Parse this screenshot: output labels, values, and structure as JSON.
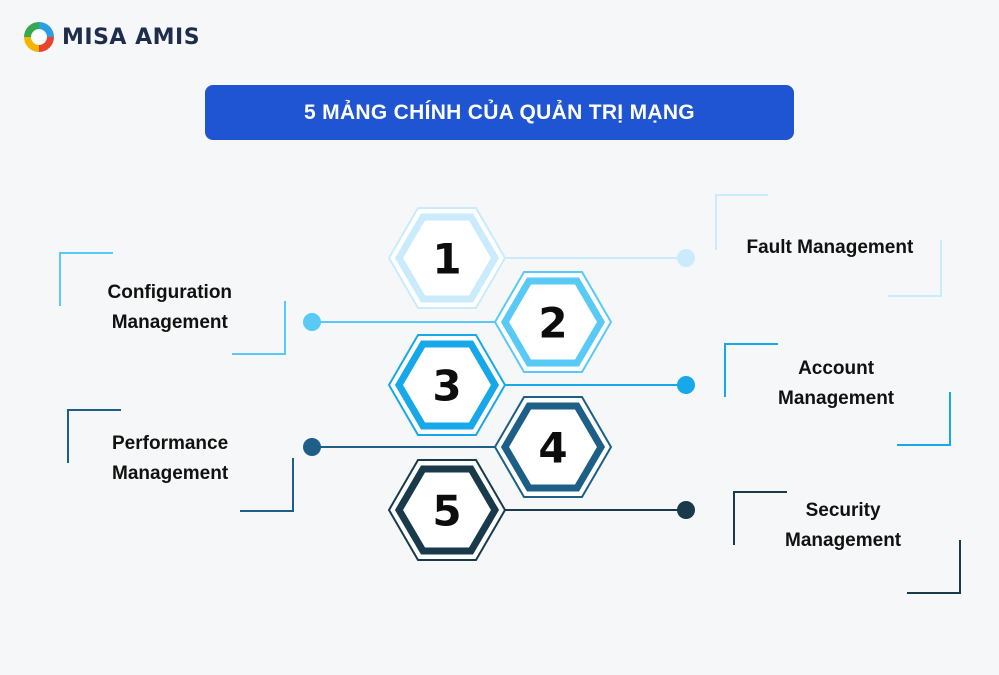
{
  "logo": {
    "text": "MISA AMIS"
  },
  "title": "5 MẢNG CHÍNH CỦA QUẢN TRỊ MẠNG",
  "colors": {
    "background": "#f6f7f9",
    "title_bar": "#1f55d3",
    "step1": "#c9ebfb",
    "step2": "#59c9f5",
    "step3": "#17a8ea",
    "step4": "#1d5f87",
    "step5": "#183a4b"
  },
  "steps": [
    {
      "number": "1",
      "lines": [
        "Fault Management"
      ]
    },
    {
      "number": "2",
      "lines": [
        "Configuration",
        "Management"
      ]
    },
    {
      "number": "3",
      "lines": [
        "Account",
        "Management"
      ]
    },
    {
      "number": "4",
      "lines": [
        "Performance",
        "Management"
      ]
    },
    {
      "number": "5",
      "lines": [
        "Security",
        "Management"
      ]
    }
  ]
}
